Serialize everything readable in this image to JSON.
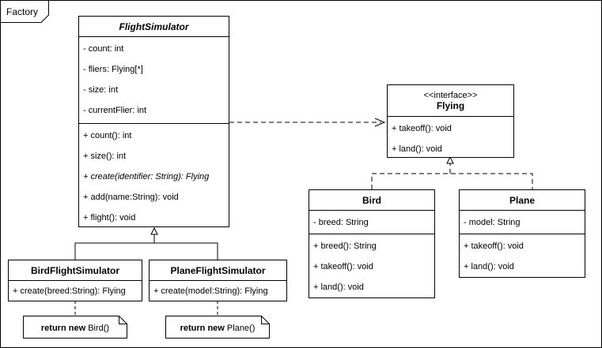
{
  "frame": {
    "label": "Factory"
  },
  "flight_simulator": {
    "name": "FlightSimulator",
    "attributes": [
      "- count: int",
      "- fliers: Flying[*]",
      "- size: int",
      "- currentFlier: int"
    ],
    "operations": [
      "+ count(): int",
      "+ size(): int",
      "+ create(identifier: String): Flying",
      "+ add(name:String): void",
      "+ flight(): void"
    ]
  },
  "flying": {
    "stereotype": "<<interface>>",
    "name": "Flying",
    "operations": [
      "+ takeoff(): void",
      "+ land(): void"
    ]
  },
  "bird": {
    "name": "Bird",
    "attributes": [
      "- breed: String"
    ],
    "operations": [
      "+ breed(): String",
      "+ takeoff(): void",
      "+ land(): void"
    ]
  },
  "plane": {
    "name": "Plane",
    "attributes": [
      "- model: String"
    ],
    "operations": [
      "+ takeoff(): void",
      "+ land(): void"
    ]
  },
  "bird_flight_simulator": {
    "name": "BirdFlightSimulator",
    "operations": [
      "+ create(breed:String): Flying"
    ]
  },
  "plane_flight_simulator": {
    "name": "PlaneFlightSimulator",
    "operations": [
      "+ create(model:String): Flying"
    ]
  },
  "notes": {
    "bird": {
      "keyword1": "return",
      "keyword2": "new",
      "rest": " Bird()"
    },
    "plane": {
      "keyword1": "return",
      "keyword2": "new",
      "rest": " Plane()"
    }
  }
}
